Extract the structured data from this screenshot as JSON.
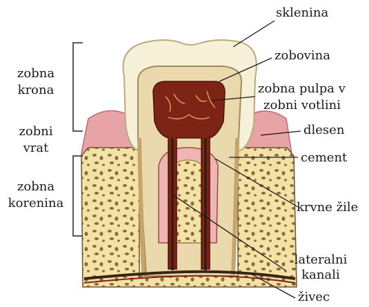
{
  "labels": {
    "enamel": "sklenina",
    "dentin": "zobovina",
    "pulp_line1": "zobna pulpa v",
    "pulp_line2": "zobni votlini",
    "gum": "dlesen",
    "cement": "cement",
    "vessels": "krvne žile",
    "lateral_line1": "lateralni",
    "lateral_line2": "kanali",
    "nerve": "živec",
    "crown_line1": "zobna",
    "crown_line2": "krona",
    "neck_line1": "zobni",
    "neck_line2": "vrat",
    "root_line1": "zobna",
    "root_line2": "korenina"
  },
  "colors": {
    "enamel": "#f6f0d8",
    "dentin": "#e9d9ad",
    "pulp": "#7e2416",
    "gum": "#e8a3a6",
    "bone": "#f3e2a6",
    "nerve": "#3b2416"
  }
}
